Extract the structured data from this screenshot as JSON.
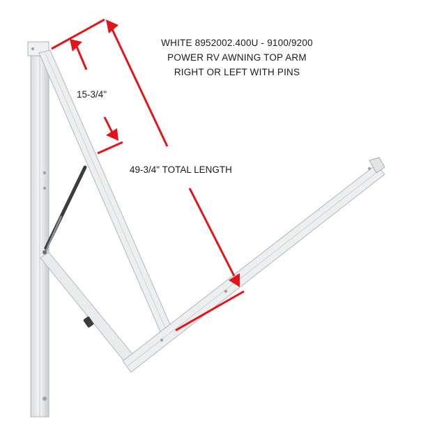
{
  "product": {
    "title_lines": [
      "WHITE 8952002.400U - 9100/9200",
      "POWER RV AWNING TOP ARM",
      "RIGHT OR LEFT WITH PINS"
    ]
  },
  "dimensions": {
    "short_arm": "15-3/4\"",
    "total_length": "49-3/4\" TOTAL LENGTH"
  },
  "colors": {
    "dimension_line": "#e0161b",
    "arm_fill": "#e9ebec",
    "arm_edge": "#b9bdc0",
    "strut": "#3a3d40"
  }
}
